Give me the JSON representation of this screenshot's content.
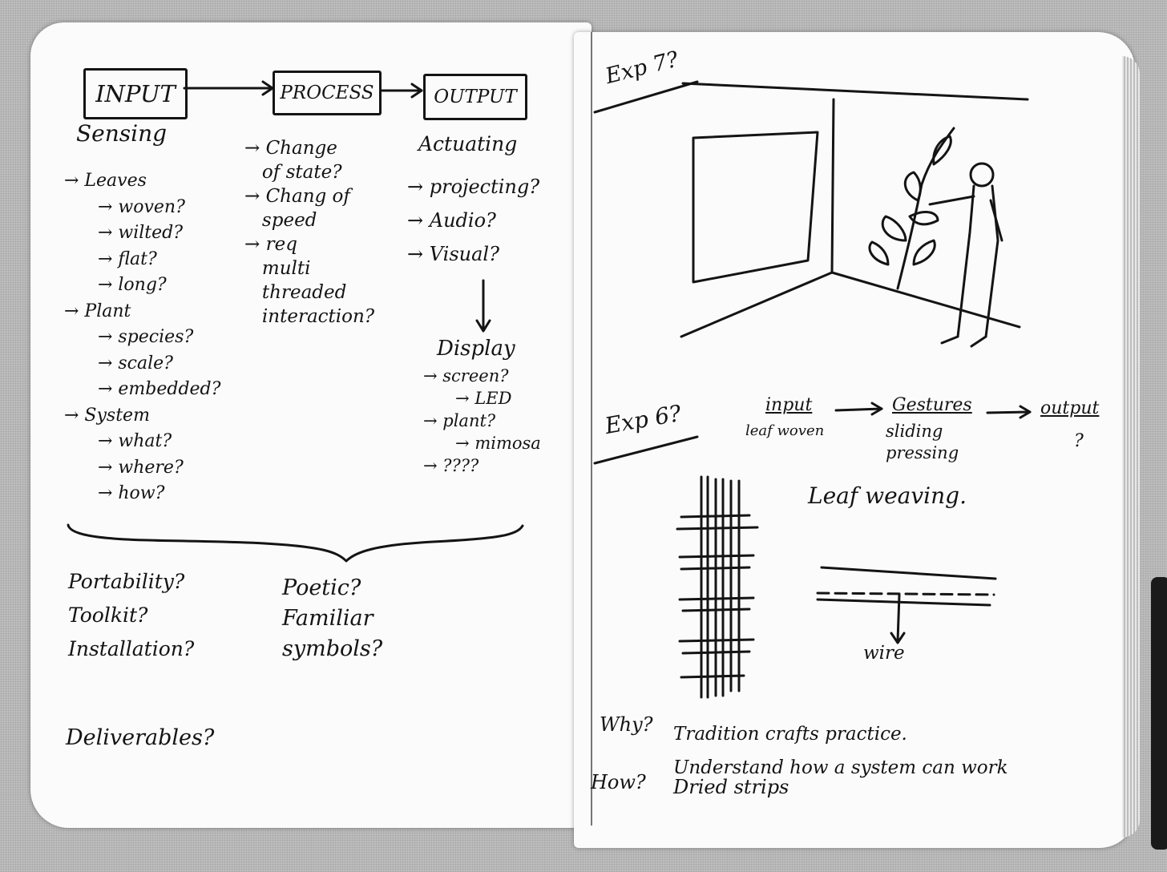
{
  "left_page": {
    "flow": {
      "input": "INPUT",
      "process": "PROCESS",
      "output": "OUTPUT"
    },
    "sensing": {
      "heading": "Sensing",
      "items": "→ Leaves\n      → woven?\n      → wilted?\n      → flat?\n      → long?\n→ Plant\n      → species?\n      → scale?\n      → embedded?\n→ System\n      → what?\n      → where?\n      → how?"
    },
    "process_notes": "→ Change\n   of state?\n→ Chang of\n   speed\n→ req\n   multi\n   threaded\n   interaction?",
    "actuating": {
      "heading": "Actuating",
      "items": "→ projecting?\n→ Audio?\n→ Visual?"
    },
    "display": {
      "heading": "Display",
      "items": "→ screen?\n      → LED\n→ plant?\n      → mimosa\n→ ????"
    },
    "bottom_left": "Portability?\nToolkit?\nInstallation?",
    "bottom_mid": "Poetic?\nFamiliar\nsymbols?",
    "deliverables": "Deliverables?"
  },
  "right_page": {
    "exp7_label": "Exp 7?",
    "exp6_label": "Exp 6?",
    "exp6_flow": {
      "input": "input",
      "input_sub": "leaf woven",
      "gesture": "Gestures",
      "gesture_sub": "sliding\npressing",
      "output": "output",
      "output_sub": "?"
    },
    "leaf_weaving": "Leaf weaving.",
    "wire_label": "wire",
    "why_label": "Why?",
    "why_text": "Tradition crafts practice.\nUnderstand how a system can work",
    "how_label": "How?",
    "how_text": "Dried strips"
  }
}
